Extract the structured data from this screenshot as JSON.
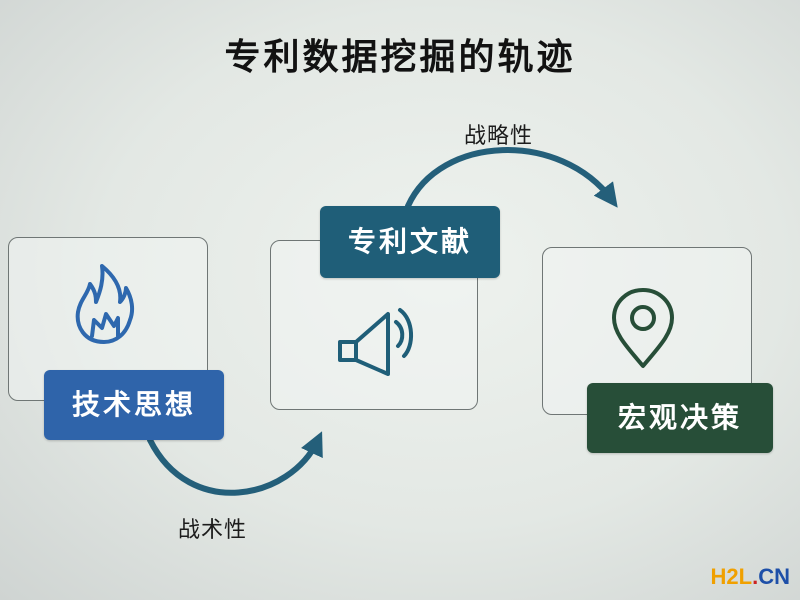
{
  "title": "专利数据挖掘的轨迹",
  "nodes": {
    "tech_thought": "技术思想",
    "patent_literature": "专利文献",
    "macro_decision": "宏观决策"
  },
  "arrows": {
    "tactical": "战术性",
    "strategic": "战略性"
  },
  "icons": {
    "left": "flame-icon",
    "middle": "speaker-icon",
    "right": "location-icon"
  },
  "colors": {
    "tech_label": "#2f64aa",
    "patent_label": "#1f5e78",
    "macro_label": "#274e38",
    "arrow": "#245f7a"
  },
  "watermark": {
    "h": "H",
    "two": "2",
    "l": "L",
    "dot": ".",
    "cn": "CN"
  }
}
